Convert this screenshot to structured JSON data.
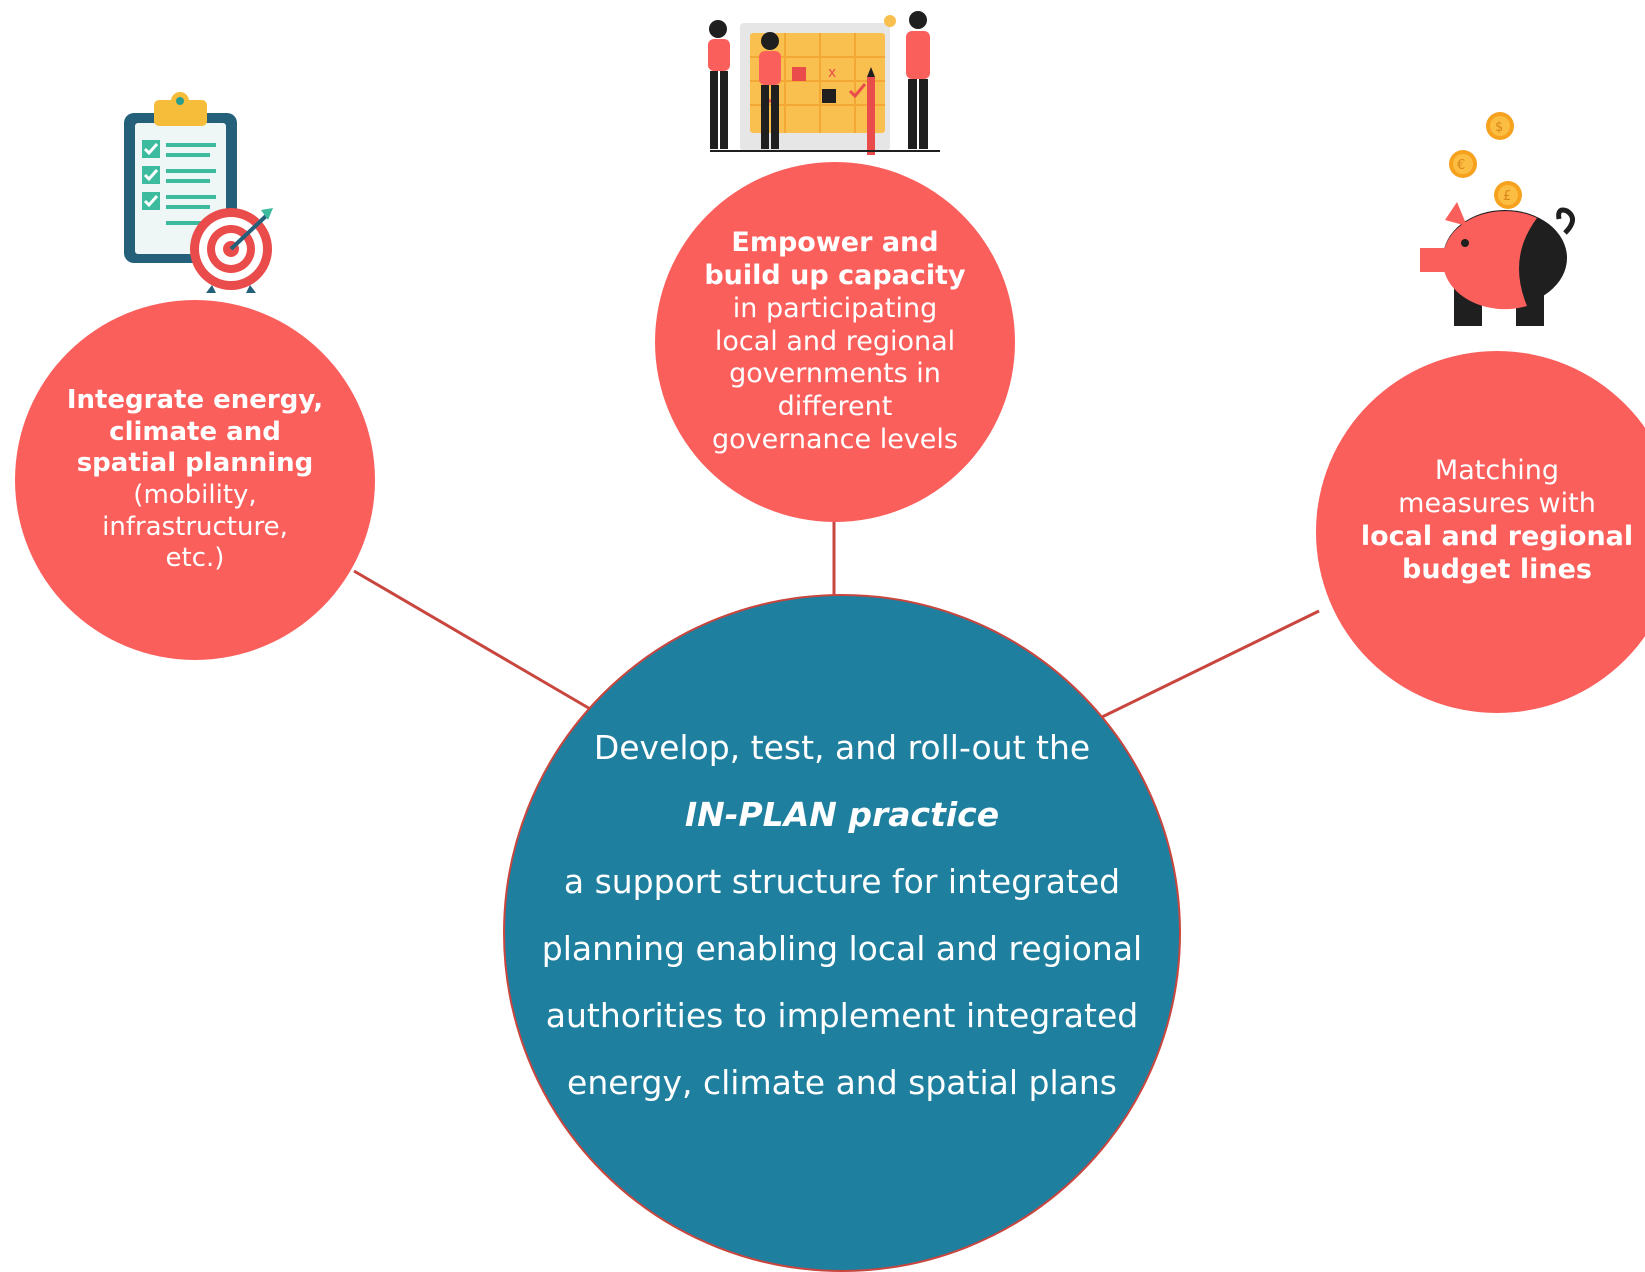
{
  "left": {
    "bold_lines": [
      "Integrate energy,",
      "climate and",
      "spatial planning"
    ],
    "lines": [
      "(mobility,",
      "infrastructure,",
      "etc.)"
    ]
  },
  "top": {
    "bold_lines": [
      "Empower and",
      "build up capacity"
    ],
    "lines": [
      "in participating",
      "local and regional",
      "governments in",
      "different",
      "governance levels"
    ]
  },
  "right": {
    "lines": [
      "Matching",
      "measures with"
    ],
    "bold_lines": [
      "local and regional",
      "budget lines"
    ]
  },
  "center": {
    "line1": "Develop, test, and roll-out the",
    "highlight": "IN-PLAN practice",
    "lines": [
      "a support structure for integrated",
      "planning enabling local and regional",
      "authorities to implement integrated",
      "energy, climate and spatial plans"
    ]
  },
  "colors": {
    "red": "#fb5f5c",
    "teal": "#1f7f9e",
    "connector": "#c9463f"
  },
  "icons": [
    "clipboard-target-icon",
    "team-planning-board-icon",
    "piggy-bank-coins-icon"
  ]
}
